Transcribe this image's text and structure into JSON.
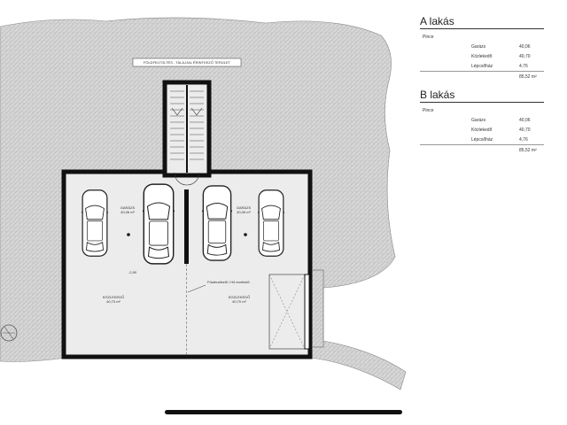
{
  "plan": {
    "fill_label": "FÖLDFELTÖLTÉS - TALAJJAL ÉRINTKEZŐ TERÜLET",
    "rooms": [
      {
        "name": "GARÁZS",
        "area": "40,06 m²"
      },
      {
        "name": "GARÁZS",
        "area": "40,06 m²"
      },
      {
        "name": "KÖZLEKEDŐ",
        "area": "40,70 m²"
      },
      {
        "name": "KÖZLEKEDŐ",
        "area": "40,70 m²"
      }
    ],
    "note": "Füstérzékelő / Hő érzékelő",
    "level_mark": "-2,90"
  },
  "apartments": [
    {
      "title": "A lakás",
      "subtitle": "Pince",
      "rows": [
        {
          "label": "Garázs",
          "value": "40,06"
        },
        {
          "label": "Közlekedő",
          "value": "40,70"
        },
        {
          "label": "Lépcsőház",
          "value": "4,76"
        }
      ],
      "total": "85,52 m²"
    },
    {
      "title": "B lakás",
      "subtitle": "Pince",
      "rows": [
        {
          "label": "Garázs",
          "value": "40,06"
        },
        {
          "label": "Közlekedő",
          "value": "40,70"
        },
        {
          "label": "Lépcsőház",
          "value": "4,76"
        }
      ],
      "total": "85,52 m²"
    }
  ],
  "colors": {
    "terrain": "#cfcfcf",
    "floor": "#ececec",
    "wall": "#111111"
  }
}
